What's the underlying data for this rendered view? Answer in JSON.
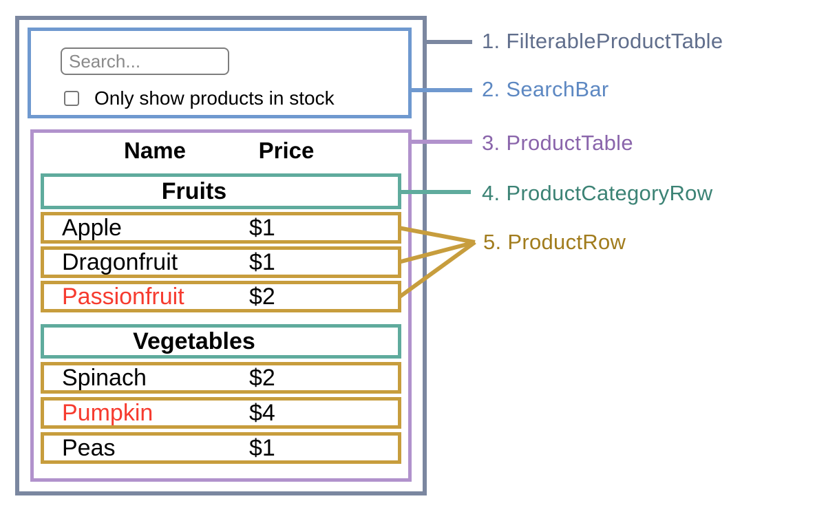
{
  "search_bar": {
    "placeholder": "Search...",
    "checkbox_label": "Only show products in stock",
    "checkbox_checked": false
  },
  "table": {
    "columns": [
      "Name",
      "Price"
    ],
    "sections": [
      {
        "category": "Fruits",
        "rows": [
          {
            "name": "Apple",
            "price": "$1",
            "in_stock": true
          },
          {
            "name": "Dragonfruit",
            "price": "$1",
            "in_stock": true
          },
          {
            "name": "Passionfruit",
            "price": "$2",
            "in_stock": false
          }
        ]
      },
      {
        "category": "Vegetables",
        "rows": [
          {
            "name": "Spinach",
            "price": "$2",
            "in_stock": true
          },
          {
            "name": "Pumpkin",
            "price": "$4",
            "in_stock": false
          },
          {
            "name": "Peas",
            "price": "$1",
            "in_stock": true
          }
        ]
      }
    ]
  },
  "legend": [
    {
      "label": "1. FilterableProductTable",
      "color": "#606e8c"
    },
    {
      "label": "2. SearchBar",
      "color": "#5d88c2"
    },
    {
      "label": "3. ProductTable",
      "color": "#8a65ab"
    },
    {
      "label": "4. ProductCategoryRow",
      "color": "#3c8375"
    },
    {
      "label": "5. ProductRow",
      "color": "#a17c1d"
    }
  ],
  "colors": {
    "filterable_product_table_border": "#7b87a0",
    "search_bar_border": "#6f99cf",
    "product_table_border": "#b192cc",
    "product_category_row_border": "#5fab9d",
    "product_row_border": "#c79d3d",
    "out_of_stock_text": "#f63b2f"
  }
}
